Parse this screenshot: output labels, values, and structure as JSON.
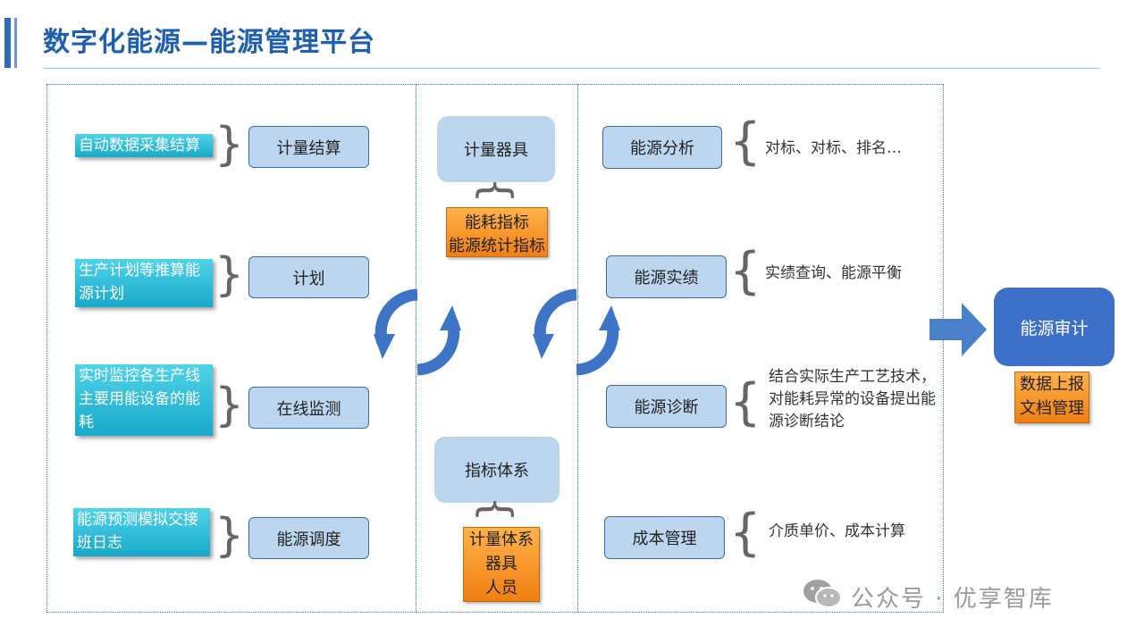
{
  "title": "数字化能源—能源管理平台",
  "left_panel": {
    "rows": [
      {
        "tag": "自动数据采集结算",
        "box": "计量结算"
      },
      {
        "tag": "生产计划等推算能源计划",
        "box": "计划"
      },
      {
        "tag": "实时监控各生产线主要用能设备的能耗",
        "box": "在线监测"
      },
      {
        "tag": "能源预测模拟交接班日志",
        "box": "能源调度"
      }
    ]
  },
  "middle_panel": {
    "top_box": "计量器具",
    "top_orange": [
      "能耗指标",
      "能源统计指标"
    ],
    "bottom_box": "指标体系",
    "bottom_orange": [
      "计量体系",
      "器具",
      "人员"
    ]
  },
  "right_panel": {
    "rows": [
      {
        "box": "能源分析",
        "desc": "对标、对标、排名…"
      },
      {
        "box": "能源实绩",
        "desc": "实绩查询、能源平衡"
      },
      {
        "box": "能源诊断",
        "desc": "结合实际生产工艺技术，对能耗异常的设备提出能源诊断结论"
      },
      {
        "box": "成本管理",
        "desc": "介质单价、成本计算"
      }
    ]
  },
  "audit": {
    "box": "能源审计",
    "orange": [
      "数据上报",
      "文档管理"
    ]
  },
  "watermark": "公众号 · 优享智库",
  "colors": {
    "title": "#1f5fb0",
    "cyan_tag": "#1fb0d0",
    "light_box": "#bcd6ef",
    "orange_box": "#f59a2a",
    "audit_box": "#3d70c9",
    "cycle_arrow": "#3d74c6"
  }
}
